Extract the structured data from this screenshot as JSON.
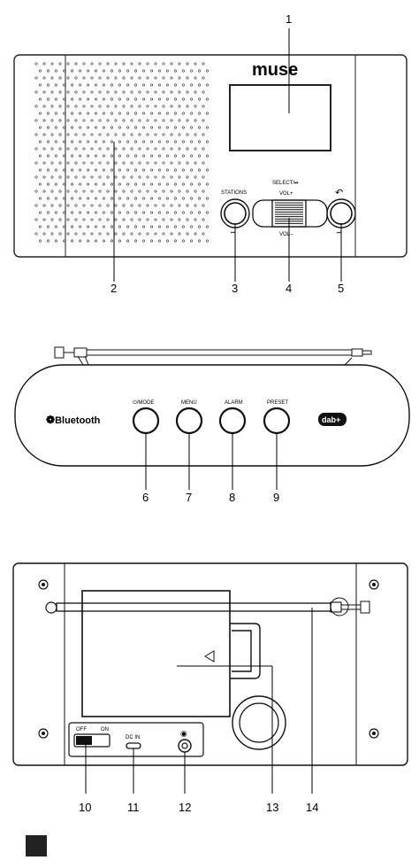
{
  "callouts": [
    "1",
    "2",
    "3",
    "4",
    "5",
    "6",
    "7",
    "8",
    "9",
    "10",
    "11",
    "12",
    "13",
    "14"
  ],
  "front": {
    "brand": "muse",
    "stations_label": "STATIONS",
    "select_label": "SELECT/⏯",
    "vol_plus_label": "VOL+",
    "vol_minus_label": "VOL–",
    "skip_back_symbol": "⏮",
    "skip_fwd_symbol": "⏭",
    "back_symbol": "↶"
  },
  "top": {
    "bluetooth_label": "Bluetooth",
    "mode_label": "⏻/MODE",
    "menu_label": "MENU",
    "alarm_label": "ALARM",
    "preset_label": "PRESET",
    "dab_label": "dab+"
  },
  "back": {
    "off_label": "OFF",
    "on_label": "ON",
    "dcin_label": "DC IN",
    "headphone_icon": "headphone-icon"
  }
}
